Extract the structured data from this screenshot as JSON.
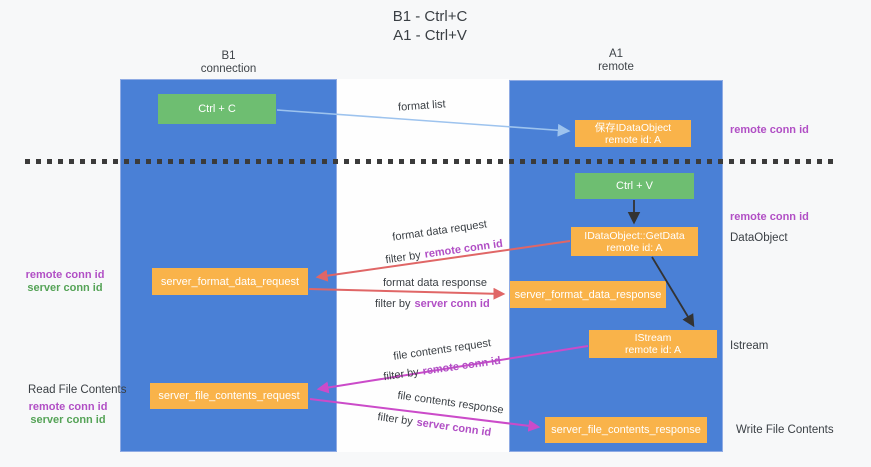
{
  "title": {
    "line1": "B1 - Ctrl+C",
    "line2": "A1 - Ctrl+V"
  },
  "columns": {
    "left": {
      "name": "B1",
      "role": "connection"
    },
    "right": {
      "name": "A1",
      "role": "remote"
    }
  },
  "nodes": {
    "ctrl_c": "Ctrl + C",
    "ctrl_v": "Ctrl + V",
    "save_dataobject": {
      "line1": "保存IDataObject",
      "line2": "remote id: A"
    },
    "getdata": {
      "line1": "IDataObject::GetData",
      "line2": "remote id: A"
    },
    "istream": {
      "line1": "IStream",
      "line2": "remote id: A"
    },
    "format_request": "server_format_data_request",
    "format_response": "server_format_data_response",
    "file_request": "server_file_contents_request",
    "file_response": "server_file_contents_response"
  },
  "edge_labels": {
    "format_list": "format list",
    "format_data_request": "format data request",
    "format_data_response": "format data response",
    "file_contents_request": "file contents request",
    "file_contents_response": "file contents response",
    "filter_by": "filter by",
    "remote_conn_id": "remote conn id",
    "server_conn_id": "server conn id"
  },
  "side_labels": {
    "remote_conn_id": "remote conn id",
    "server_conn_id": "server conn id",
    "data_object": "DataObject",
    "istream": "Istream",
    "read_file_contents": "Read File Contents",
    "write_file_contents": "Write File Contents"
  },
  "colors": {
    "column_blue": "#4a80d6",
    "node_orange": "#f9b34a",
    "node_green": "#6ebe71",
    "arrow_red": "#e06666",
    "arrow_magenta": "#cb4bc9",
    "arrow_light_blue": "#9dc3ee",
    "arrow_black": "#333333",
    "label_purple": "#b14fc5",
    "label_green": "#55a357"
  }
}
